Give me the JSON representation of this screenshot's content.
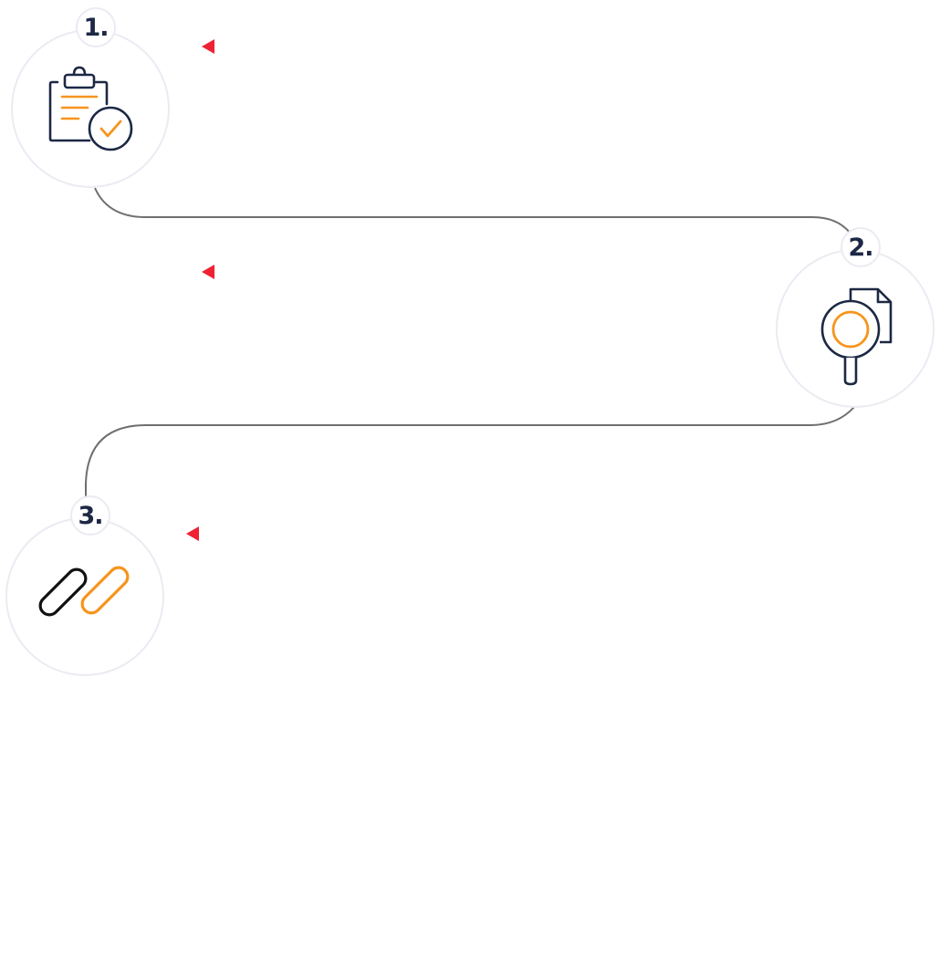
{
  "steps": [
    {
      "number": "1.",
      "icon": "clipboard-check-icon"
    },
    {
      "number": "2.",
      "icon": "document-search-icon"
    },
    {
      "number": "3.",
      "icon": "link-icon"
    }
  ],
  "colors": {
    "navy": "#1c2844",
    "orange": "#f7941d",
    "marker_red": "#ee2233",
    "connector": "#6f6f6f",
    "circle_border": "#eceaf2"
  }
}
